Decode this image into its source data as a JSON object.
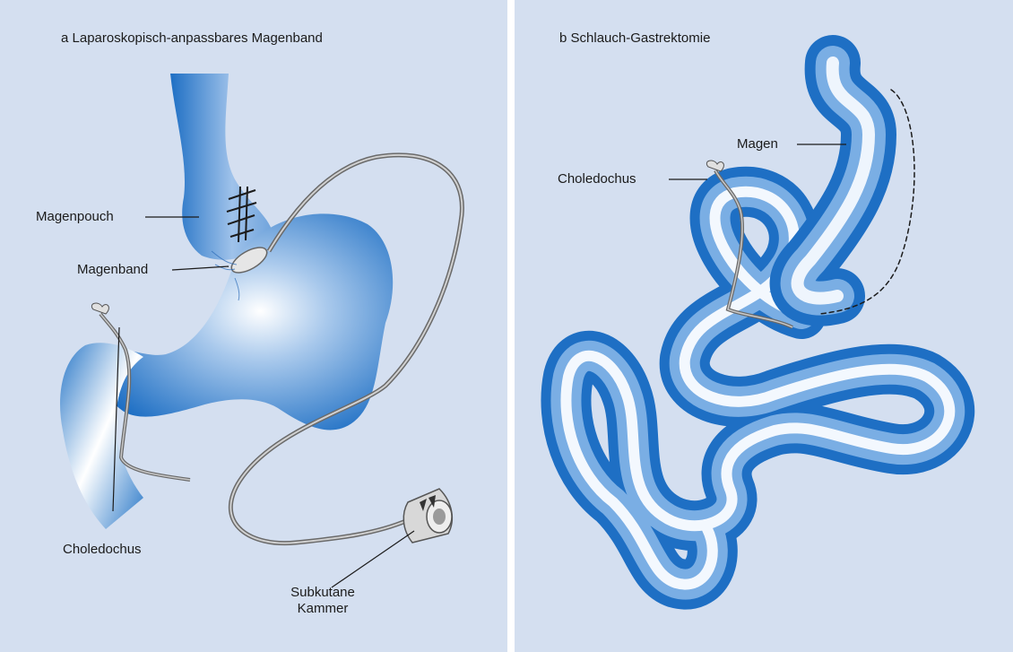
{
  "panel_a": {
    "title": "a Laparoskopisch-anpassbares Magenband",
    "labels": {
      "magenpouch": "Magenpouch",
      "magenband": "Magenband",
      "choledochus": "Choledochus",
      "subkutane_line1": "Subkutane",
      "subkutane_line2": "Kammer"
    }
  },
  "panel_b": {
    "title": "b Schlauch-Gastrektomie",
    "labels": {
      "magen": "Magen",
      "choledochus": "Choledochus"
    }
  },
  "colors": {
    "background_panel": "#d4dff0",
    "organ_blue": "#1e6fc4",
    "organ_light": "#ffffff",
    "tube_gray": "#8a8a8a"
  }
}
